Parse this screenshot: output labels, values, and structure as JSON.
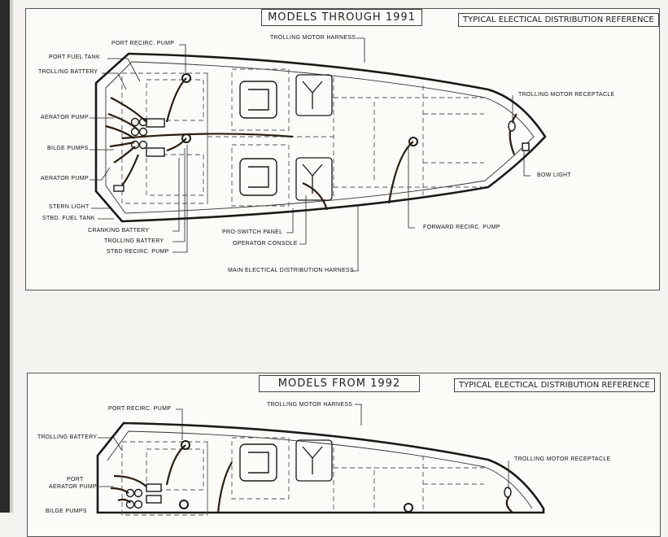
{
  "diagram_1": {
    "title": "MODELS THROUGH 1991",
    "reference": "TYPICAL ELECTICAL DISTRIBUTION REFERENCE",
    "labels": {
      "port_recirc_pump": "PORT RECIRC. PUMP",
      "trolling_motor_harness": "TROLLING MOTOR HARNESS",
      "port_fuel_tank": "PORT FUEL TANK",
      "trolling_battery_top": "TROLLING BATTERY",
      "aerator_pump_top": "AERATOR PUMP",
      "bilge_pumps": "BILGE PUMPS",
      "aerator_pump_bottom": "AERATOR PUMP",
      "stern_light": "STERN LIGHT",
      "stbd_fuel_tank": "STBD. FUEL TANK",
      "cranking_battery": "CRANKING BATTERY",
      "trolling_battery_bottom": "TROLLING BATTERY",
      "stbd_recirc_pump": "STBD RECIRC. PUMP",
      "trolling_motor_receptacle": "TROLLING MOTOR RECEPTACLE",
      "bow_light": "BOW LIGHT",
      "forward_recirc_pump": "FORWARD RECIRC. PUMP",
      "pro_switch_panel": "PRO-SWITCH PANEL",
      "operator_console": "OPERATOR CONSOLE",
      "main_harness": "MAIN ELECTICAL DISTRIBUTION HARNESS"
    }
  },
  "diagram_2": {
    "title": "MODELS FROM 1992",
    "reference": "TYPICAL ELECTICAL DISTRIBUTION REFERENCE",
    "labels": {
      "port_recirc_pump": "PORT RECIRC. PUMP",
      "trolling_motor_harness": "TROLLING MOTOR HARNESS",
      "trolling_battery": "TROLLING BATTERY",
      "port": "PORT",
      "aerator_pump": "AERATOR PUMP",
      "bilge_pumps": "BILGE PUMPS",
      "trolling_motor_receptacle": "TROLLING MOTOR RECEPTACLE"
    }
  },
  "colors": {
    "line": "#1a1a1a",
    "dashed": "#555555",
    "wire": "#2b1e12",
    "paper": "#fbfbf8",
    "background": "#f4f3ef"
  }
}
